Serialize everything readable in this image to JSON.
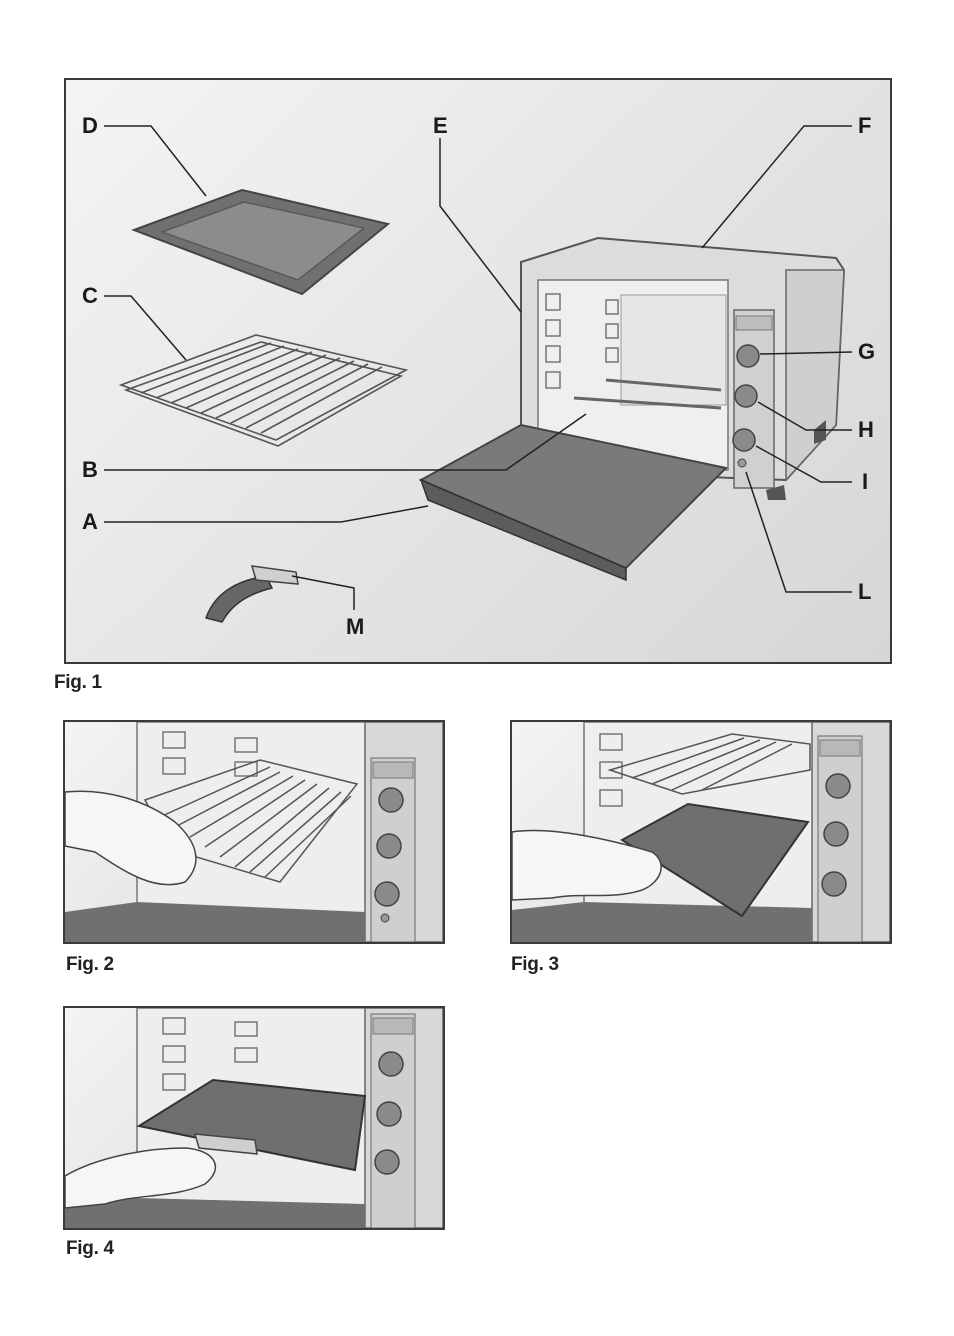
{
  "figures": [
    {
      "caption": "Fig. 1"
    },
    {
      "caption": "Fig. 2"
    },
    {
      "caption": "Fig. 3"
    },
    {
      "caption": "Fig. 4"
    }
  ],
  "labels": {
    "A": "A",
    "B": "B",
    "C": "C",
    "D": "D",
    "E": "E",
    "F": "F",
    "G": "G",
    "H": "H",
    "I": "I",
    "L": "L",
    "M": "M"
  },
  "colors": {
    "outline": "#3a3a3a",
    "tray": "#6f6f6f",
    "oven_body": "#d9d9d9",
    "knob": "#8a8a8a"
  }
}
